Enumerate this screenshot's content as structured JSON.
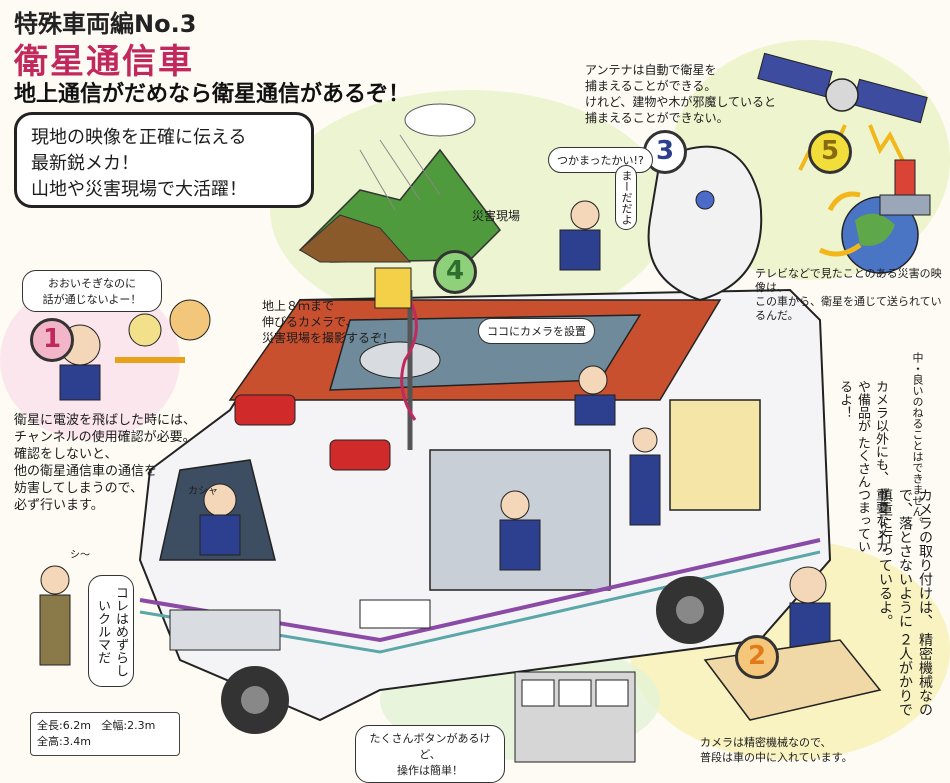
{
  "header": {
    "series": "特殊車両編No.3",
    "title": "衛星通信車",
    "tagline": "地上通信がだめなら衛星通信があるぞ！"
  },
  "intro": {
    "lines": [
      "現地の映像を正確に伝える",
      "最新鋭メカ！",
      "山地や災害現場で大活躍！"
    ]
  },
  "labels": {
    "disaster_site": "災害現場",
    "antenna_note": [
      "アンテナは自動で衛星を",
      "捕まえることができる。",
      "けれど、建物や木が邪魔していると",
      "捕まえることができない。"
    ],
    "catch_bubble": "つかまったかい!?",
    "mada_bubble": "まーだだよ",
    "tv_note": [
      "テレビなどで見たことのある災害の映像は、",
      "この車から、衛星を通じて送られているんだ。"
    ],
    "camera8m_note": [
      "地上８ｍまで",
      "伸びるカメラで、",
      "災害現場を撮影するぞ！"
    ],
    "camera_install_bubble": "ココにカメラを設置",
    "ooi_bubble": [
      "おおいそぎなのに",
      "話が通じないよー！"
    ],
    "channel_note": [
      "衛星に電波を飛ばした時には、",
      "チャンネルの使用確認が必要。",
      "確認をしないと、",
      "他の衛星通信車の通信を",
      "妨害してしまうので、",
      "必ず行います。"
    ],
    "kasha": "カシャ",
    "shi": "シ～",
    "rare_vehicle": "コレはめずらしいクルマだ",
    "mecha_note": [
      "カメラ以外にも、",
      "重要なメカや備品が",
      "たくさんつまっているよ！"
    ],
    "sleep_note": "中・良いのねることはできません。",
    "careful_note": [
      "カメラの取り付けは、",
      "精密機械なので、落とさないように",
      "２人がかりで慎重に行っているよ。"
    ],
    "storage_note": [
      "カメラは精密機械なので、",
      "普段は車の中に入れています。"
    ],
    "buttons_bubble": [
      "たくさんボタンがあるけど、",
      "操作は簡単！"
    ]
  },
  "numbers": [
    "1",
    "2",
    "3",
    "4",
    "5"
  ],
  "specs": {
    "length": "全長:6.2m",
    "width": "全幅:2.3m",
    "height": "全高:3.4m"
  },
  "colors": {
    "title_accent": "#c0285e",
    "truck_body": "#f4f4f6",
    "roof_red": "#c9502f",
    "stripe_purple": "#8a4aa5",
    "number_circle_3": "#ffffff",
    "number_circle_4": "#8fd07a",
    "number_circle_5": "#f2de3a",
    "number_circle_1": "#f2b6c8",
    "number_circle_2": "#f4c77b"
  }
}
